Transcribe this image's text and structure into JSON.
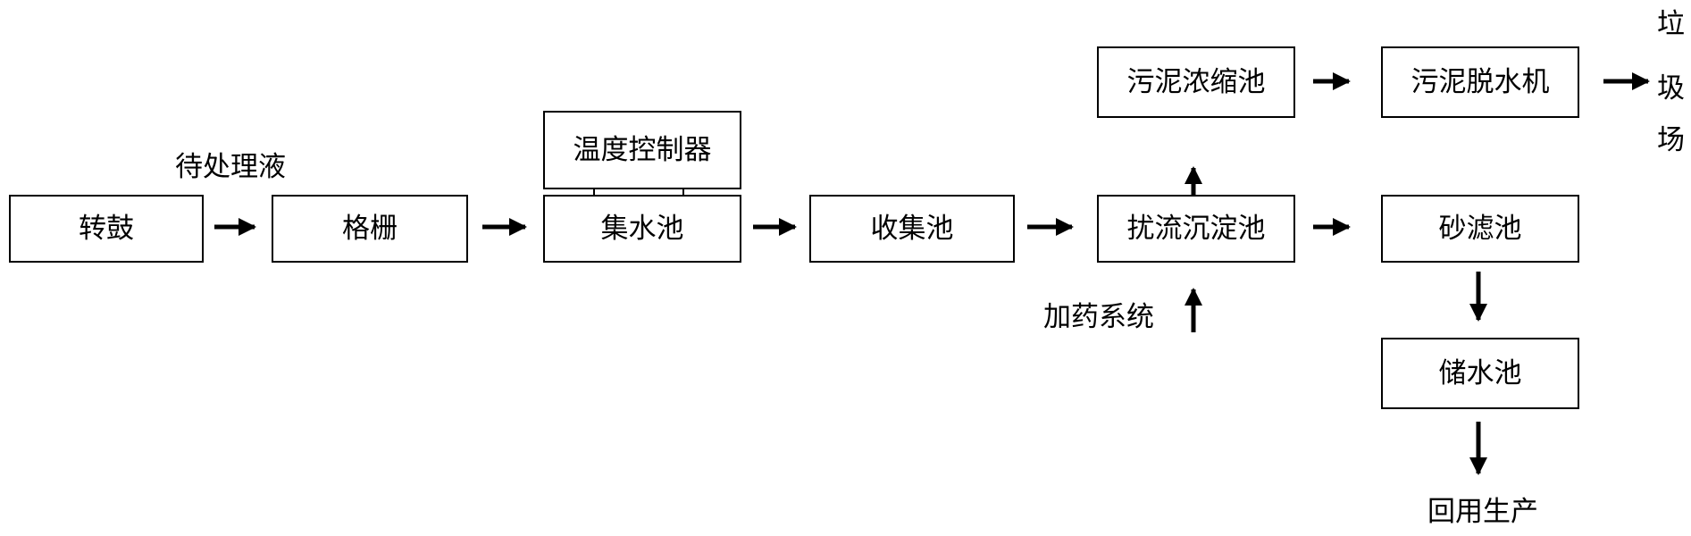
{
  "input_label": "待处理液",
  "boxes": {
    "drum": "转鼓",
    "grille": "格栅",
    "collection_tank": "集水池",
    "gathering_tank": "收集池",
    "sedimentation": "扰流沉淀池",
    "sand_filter": "砂滤池",
    "storage_tank": "储水池",
    "temp_controller": "温度控制器",
    "sludge_thickener": "污泥浓缩池",
    "sludge_dewater": "污泥脱水机"
  },
  "dosing_label": "加药系统",
  "reuse_label": "回用生产",
  "landfill_chars": [
    "垃",
    "圾",
    "场"
  ]
}
